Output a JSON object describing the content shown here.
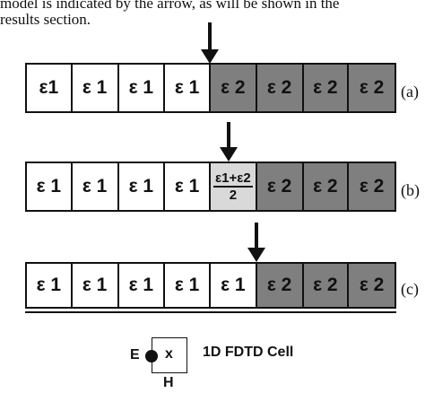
{
  "intro": {
    "line1": "model is indicated by the arrow, as will be shown in the",
    "line2": "results section."
  },
  "rows": [
    {
      "label": "(a)",
      "cells": [
        {
          "text": "ε1",
          "type": "e1"
        },
        {
          "text": "ε 1",
          "type": "e1"
        },
        {
          "text": "ε 1",
          "type": "e1"
        },
        {
          "text": "ε 1",
          "type": "e1"
        },
        {
          "text": "ε 2",
          "type": "e2"
        },
        {
          "text": "ε 2",
          "type": "e2"
        },
        {
          "text": "ε 2",
          "type": "e2"
        },
        {
          "text": "ε 2",
          "type": "e2"
        }
      ]
    },
    {
      "label": "(b)",
      "cells": [
        {
          "text": "ε 1",
          "type": "e1"
        },
        {
          "text": "ε 1",
          "type": "e1"
        },
        {
          "text": "ε 1",
          "type": "e1"
        },
        {
          "text": "ε 1",
          "type": "e1"
        },
        {
          "numerator": "ε1+ε2",
          "denominator": "2",
          "type": "avg"
        },
        {
          "text": "ε 2",
          "type": "e2"
        },
        {
          "text": "ε 2",
          "type": "e2"
        },
        {
          "text": "ε 2",
          "type": "e2"
        }
      ]
    },
    {
      "label": "(c)",
      "cells": [
        {
          "text": "ε 1",
          "type": "e1"
        },
        {
          "text": "ε 1",
          "type": "e1"
        },
        {
          "text": "ε 1",
          "type": "e1"
        },
        {
          "text": "ε 1",
          "type": "e1"
        },
        {
          "text": "ε 1",
          "type": "e1"
        },
        {
          "text": "ε 2",
          "type": "e2"
        },
        {
          "text": "ε 2",
          "type": "e2"
        },
        {
          "text": "ε 2",
          "type": "e2"
        }
      ]
    }
  ],
  "legend": {
    "e_label": "E",
    "x_label": "x",
    "h_label": "H",
    "caption": "1D FDTD Cell"
  },
  "colors": {
    "e1_fill": "#ffffff",
    "e2_fill": "#7f7f7f",
    "avg_fill": "#d9d9d9",
    "stroke": "#111111"
  }
}
